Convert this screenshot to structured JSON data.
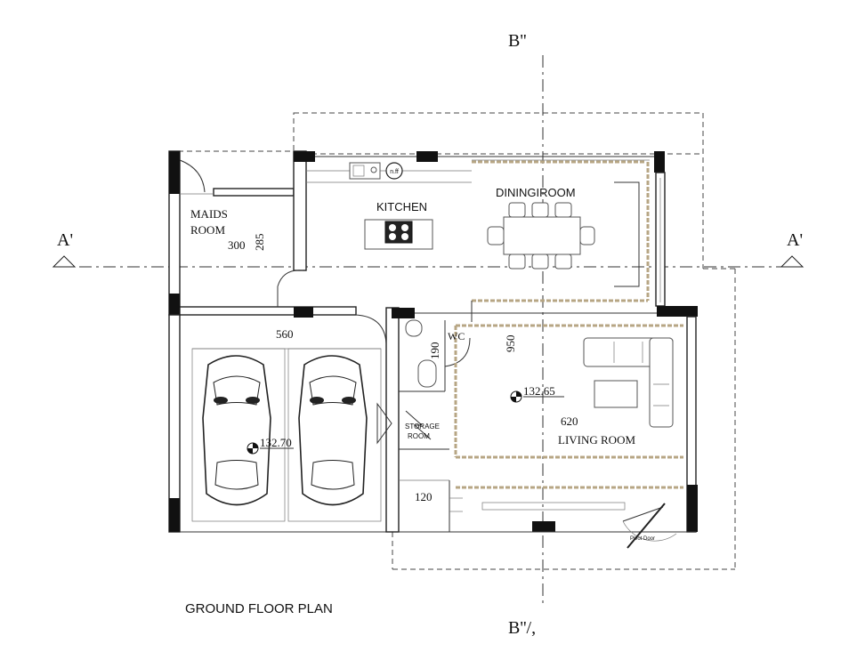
{
  "drawing": {
    "title": "GROUND FLOOR PLAN",
    "section_top": "B''",
    "section_bottom": "B''/,",
    "section_left": "A'",
    "section_right": "A'"
  },
  "rooms": {
    "maids_line1": "MAIDS",
    "maids_line2": "ROOM",
    "kitchen": "KITCHEN",
    "dining": "DININGIROOM",
    "wc": "WC",
    "storage_line1": "STORAGE",
    "storage_line2": "ROOM",
    "living": "LIVING ROOM",
    "pivot_door": "Pivot Door"
  },
  "dimensions": {
    "maids_width": "300",
    "maids_depth": "285",
    "garage_width": "560",
    "wc_depth": "190",
    "section_depth": "950",
    "living_width": "620",
    "stair_width": "120"
  },
  "levels": {
    "garage": "132.70",
    "living": "132.65"
  },
  "fixtures": {
    "fridge": "n.ff"
  }
}
